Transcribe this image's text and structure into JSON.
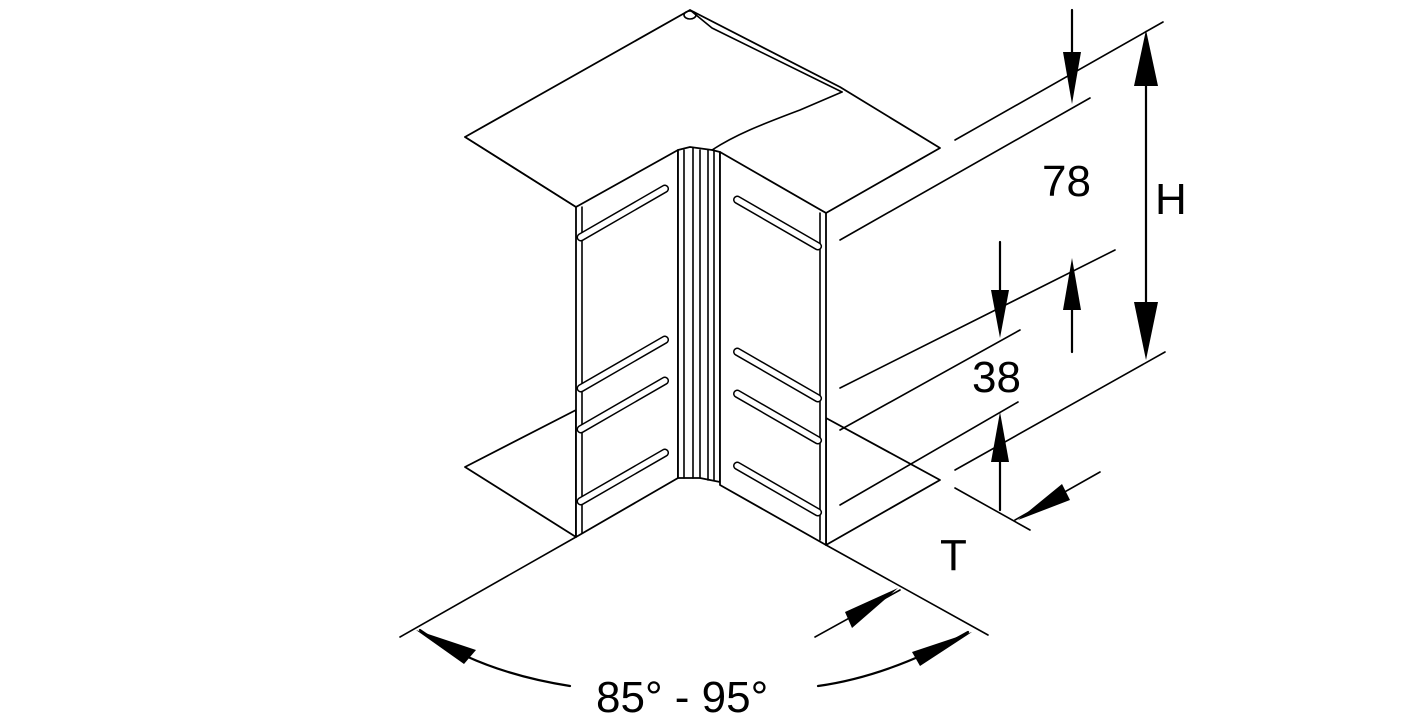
{
  "dimensions": {
    "height_label": "H",
    "height_value": "78",
    "lower_value": "38",
    "thickness_label": "T",
    "angle_range": "85° - 95°"
  }
}
